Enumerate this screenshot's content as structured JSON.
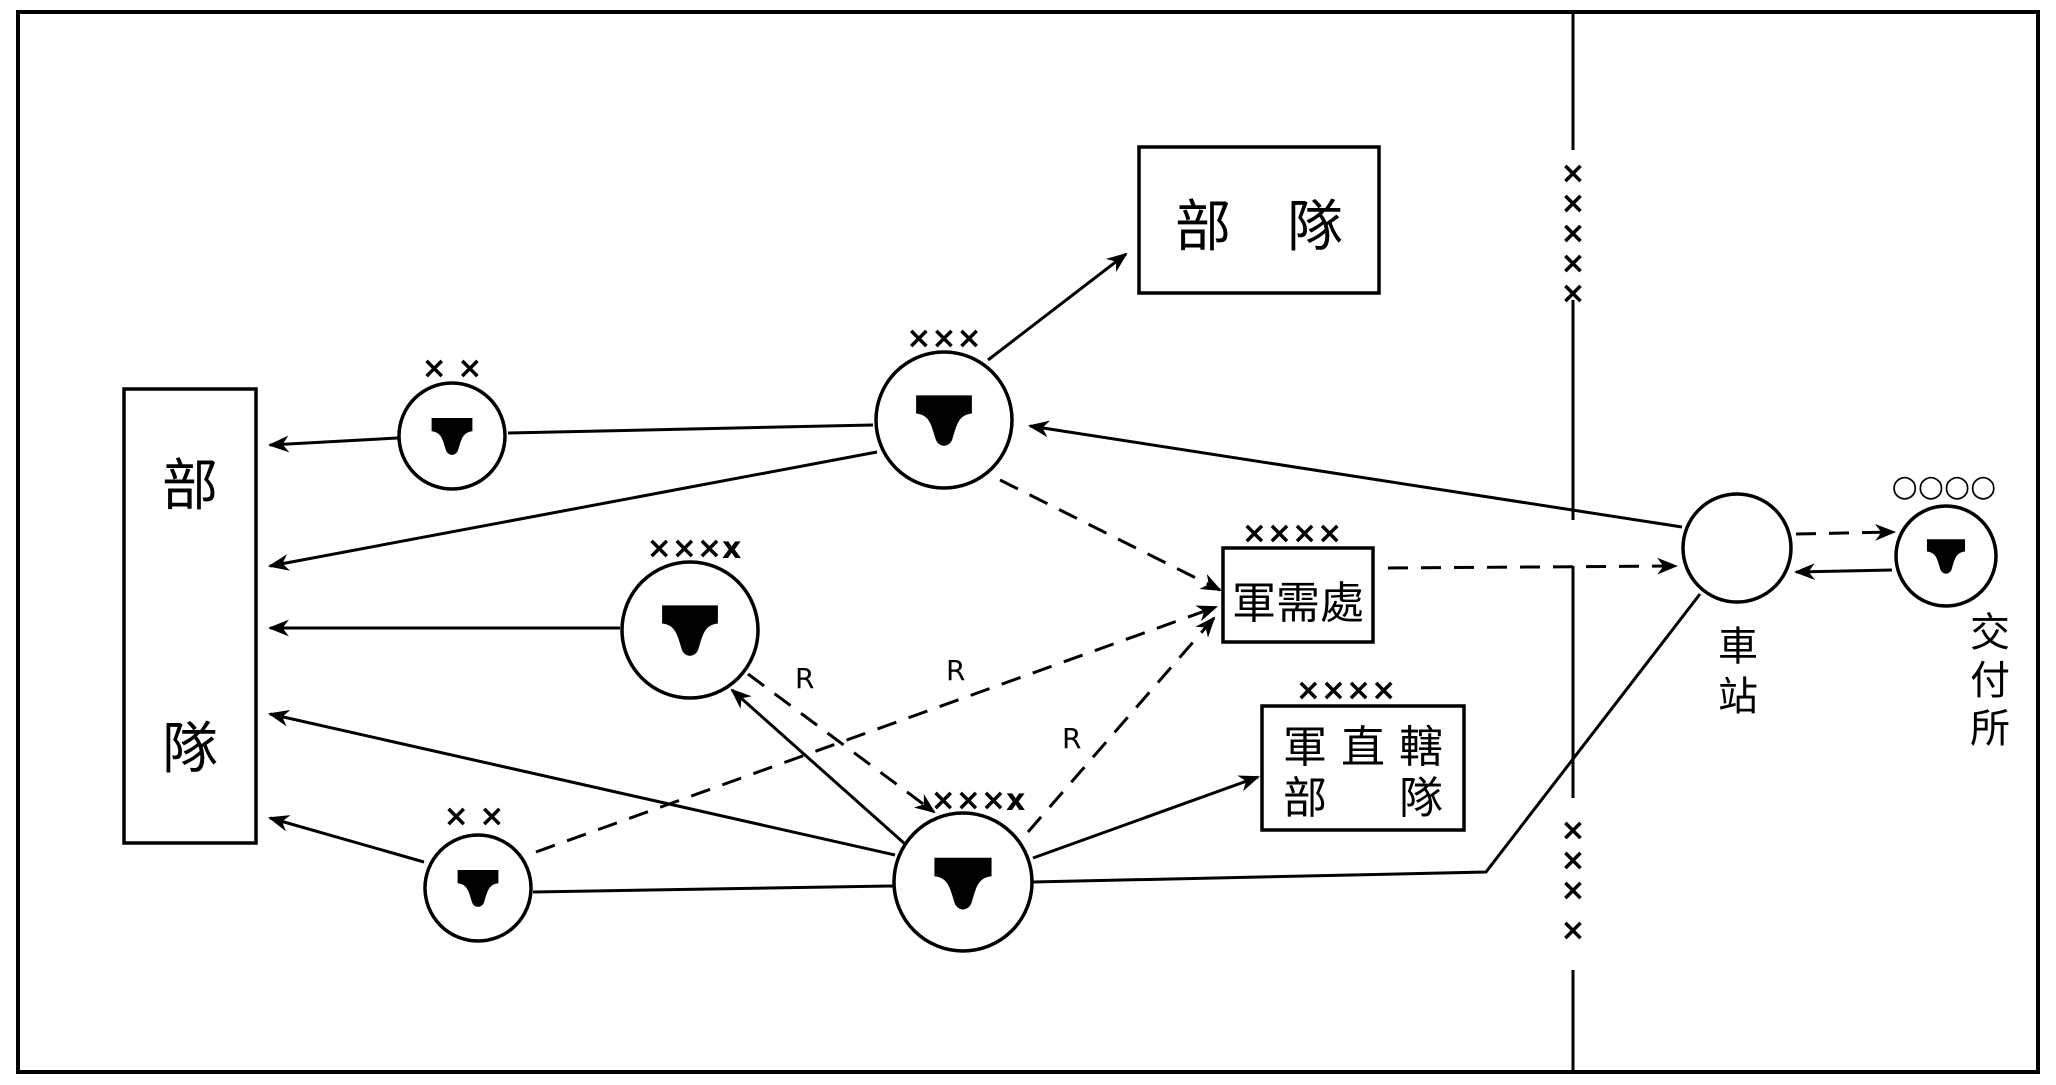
{
  "labels": {
    "unit_top": "部　隊",
    "unit_left_1": "部",
    "unit_left_2": "隊",
    "quartermaster": "軍需處",
    "direct_1": "軍 直 轄",
    "direct_2": "部 　 隊",
    "station_1": "車",
    "station_2": "站",
    "delivery_1": "交",
    "delivery_2": "付",
    "delivery_3": "所",
    "r": "R"
  },
  "ranks": {
    "xx": "× ×",
    "xxx": "×××",
    "xxxx": "××××",
    "xxxx_small": "×××x",
    "oooo": "○○○○"
  },
  "boundary_marks": [
    "×",
    "×",
    "×",
    "×",
    "×"
  ],
  "colors": {
    "ink": "#000000",
    "paper": "#ffffff"
  },
  "icons": {
    "supply_point": "supply-point-symbol",
    "station": "empty-circle"
  }
}
